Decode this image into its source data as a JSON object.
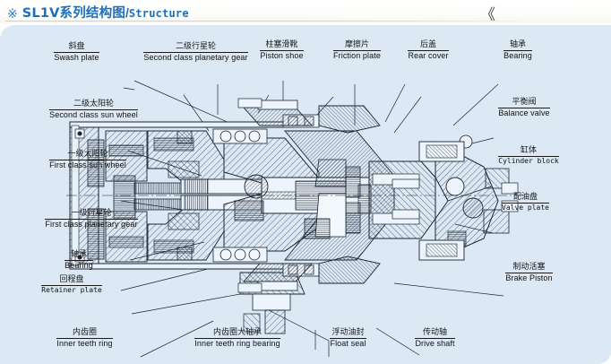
{
  "header": {
    "asterisk_icon": "※",
    "title_cn": "SL1V系列结构图",
    "title_sep": "/",
    "title_en": "Structure",
    "back_chevrons": "《"
  },
  "diagram": {
    "type": "engineering-cross-section",
    "subject": "SL1V series hydraulic travel motor / planetary reduction gearbox",
    "background_color": "#dce8f4",
    "line_color": "#1a2533",
    "callouts": [
      {
        "id": "swash-plate",
        "cn": "斜盘",
        "en": "Swash plate"
      },
      {
        "id": "second-planetary-gear",
        "cn": "二级行星轮",
        "en": "Second class planetary gear"
      },
      {
        "id": "piston-shoe",
        "cn": "柱塞滑靴",
        "en": "Piston shoe"
      },
      {
        "id": "friction-plate",
        "cn": "摩擦片",
        "en": "Friction plate"
      },
      {
        "id": "rear-cover",
        "cn": "后盖",
        "en": "Rear cover"
      },
      {
        "id": "bearing-top",
        "cn": "轴承",
        "en": "Bearing"
      },
      {
        "id": "second-sun-wheel",
        "cn": "二级太阳轮",
        "en": "Second class sun wheel"
      },
      {
        "id": "first-sun-wheel",
        "cn": "一级太阳轮",
        "en": "First class sun wheel"
      },
      {
        "id": "first-planetary-gear",
        "cn": "一级行星轮",
        "en": "First class planetary gear"
      },
      {
        "id": "bearing-left",
        "cn": "轴承",
        "en": "Bearing"
      },
      {
        "id": "retainer-plate",
        "cn": "回程盘",
        "en": "Retainer plate"
      },
      {
        "id": "balance-valve",
        "cn": "平衡阀",
        "en": "Balance valve"
      },
      {
        "id": "cylinder-block",
        "cn": "缸体",
        "en": "Cylinder block"
      },
      {
        "id": "valve-plate",
        "cn": "配油盘",
        "en": "Valve plate"
      },
      {
        "id": "brake-piston",
        "cn": "制动活塞",
        "en": "Brake Piston"
      },
      {
        "id": "inner-teeth-ring",
        "cn": "内齿圈",
        "en": "Inner teeth ring"
      },
      {
        "id": "inner-teeth-ring-bearing",
        "cn": "内齿圈大轴承",
        "en": "Inner teeth ring bearing"
      },
      {
        "id": "float-seal",
        "cn": "浮动油封",
        "en": "Float seal"
      },
      {
        "id": "drive-shaft",
        "cn": "传动轴",
        "en": "Drive shaft"
      }
    ]
  }
}
